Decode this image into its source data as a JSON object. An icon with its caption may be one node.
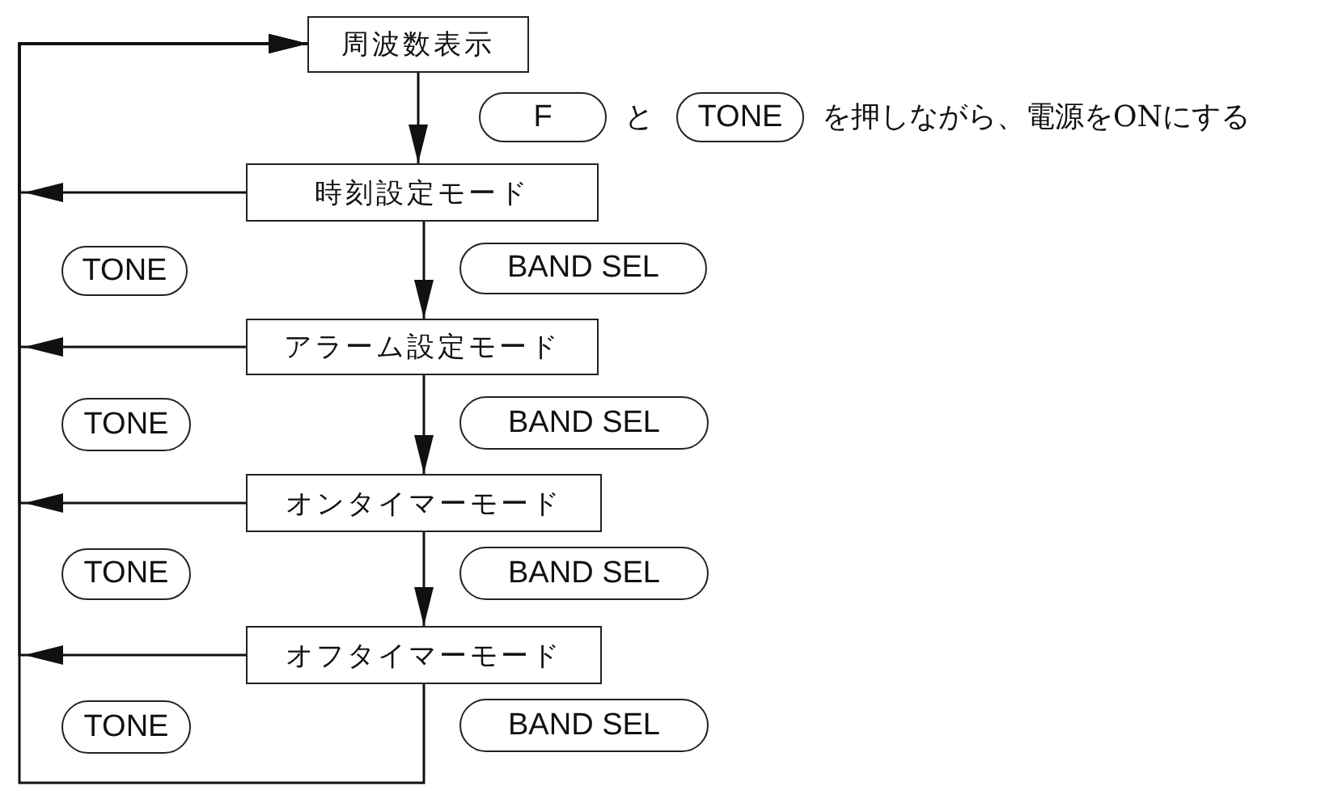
{
  "diagram": {
    "nodes": [
      {
        "text": [
          "周波数表示"
        ]
      },
      {
        "text": [
          "F"
        ]
      },
      {
        "text": [
          "TONE"
        ]
      },
      {
        "text": [
          "時刻設定モード"
        ]
      },
      {
        "text": [
          "TONE"
        ]
      },
      {
        "text": [
          "BAND SEL"
        ]
      },
      {
        "text": [
          "アラーム設定モード"
        ]
      },
      {
        "text": [
          "TONE"
        ]
      },
      {
        "text": [
          "BAND SEL"
        ]
      },
      {
        "text": [
          "オンタイマーモード"
        ]
      },
      {
        "text": [
          "TONE"
        ]
      },
      {
        "text": [
          "BAND SEL"
        ]
      },
      {
        "text": [
          "オフタイマーモード"
        ]
      },
      {
        "text": [
          "TONE"
        ]
      },
      {
        "text": [
          "BAND SEL"
        ]
      }
    ],
    "edges": [
      {
        "from": 0,
        "to": 3,
        "arrow": "to"
      },
      {
        "from": 3,
        "to": 0,
        "arrow": "to"
      },
      {
        "from": 3,
        "to": 6,
        "arrow": "to"
      },
      {
        "from": 6,
        "to": 0,
        "arrow": "to"
      },
      {
        "from": 6,
        "to": 9,
        "arrow": "to"
      },
      {
        "from": 9,
        "to": 0,
        "arrow": "to"
      },
      {
        "from": 9,
        "to": 12,
        "arrow": "to"
      },
      {
        "from": 12,
        "to": 0,
        "arrow": "to"
      },
      {
        "from": 12,
        "to": 0,
        "arrow": "to"
      }
    ],
    "labels": [
      "と",
      "を押しながら、電源をONにする"
    ]
  }
}
